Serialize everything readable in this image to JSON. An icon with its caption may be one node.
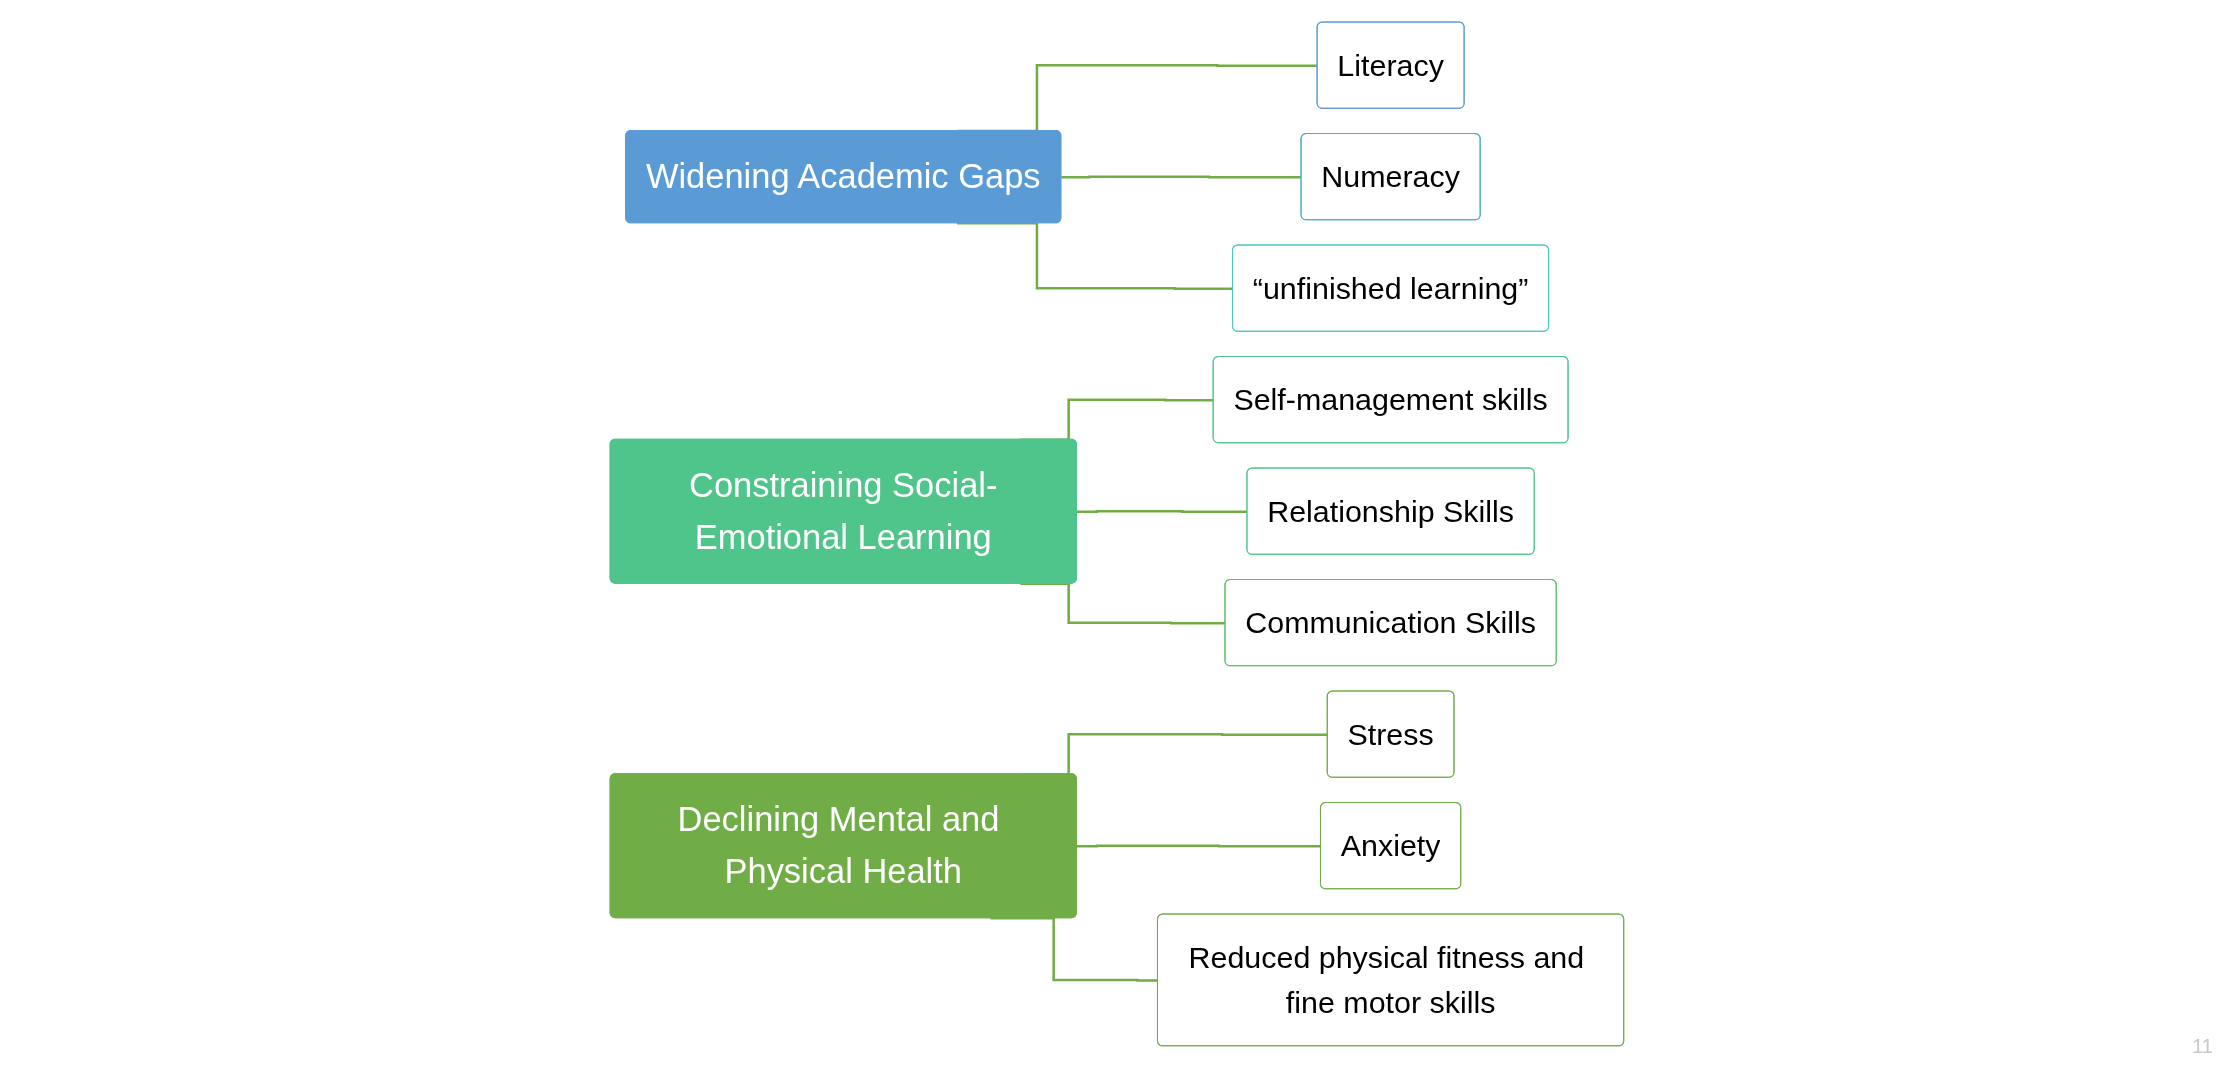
{
  "diagram": {
    "nodes": [
      {
        "text": [
          "Widening Academic Gaps"
        ]
      },
      {
        "text": [
          "Literacy"
        ]
      },
      {
        "text": [
          "Numeracy"
        ]
      },
      {
        "text": [
          "“unfinished learning”"
        ]
      },
      {
        "text": [
          "Constraining Social-Emotional Learning"
        ]
      },
      {
        "text": [
          "Self-management skills"
        ]
      },
      {
        "text": [
          "Relationship Skills"
        ]
      },
      {
        "text": [
          "Communication Skills"
        ]
      },
      {
        "text": [
          "Declining Mental and Physical Health"
        ]
      },
      {
        "text": [
          "Stress"
        ]
      },
      {
        "text": [
          "Anxiety"
        ]
      },
      {
        "text": [
          "Reduced physical fitness and fine motor skills"
        ]
      }
    ],
    "edges": [
      {
        "from": 0,
        "to": 1,
        "arrow": "none"
      },
      {
        "from": 0,
        "to": 2,
        "arrow": "none"
      },
      {
        "from": 0,
        "to": 3,
        "arrow": "none"
      },
      {
        "from": 4,
        "to": 5,
        "arrow": "none"
      },
      {
        "from": 4,
        "to": 6,
        "arrow": "none"
      },
      {
        "from": 4,
        "to": 7,
        "arrow": "none"
      },
      {
        "from": 8,
        "to": 9,
        "arrow": "none"
      },
      {
        "from": 8,
        "to": 10,
        "arrow": "none"
      },
      {
        "from": 8,
        "to": 11,
        "arrow": "none"
      }
    ],
    "labels": [
      "11"
    ]
  }
}
